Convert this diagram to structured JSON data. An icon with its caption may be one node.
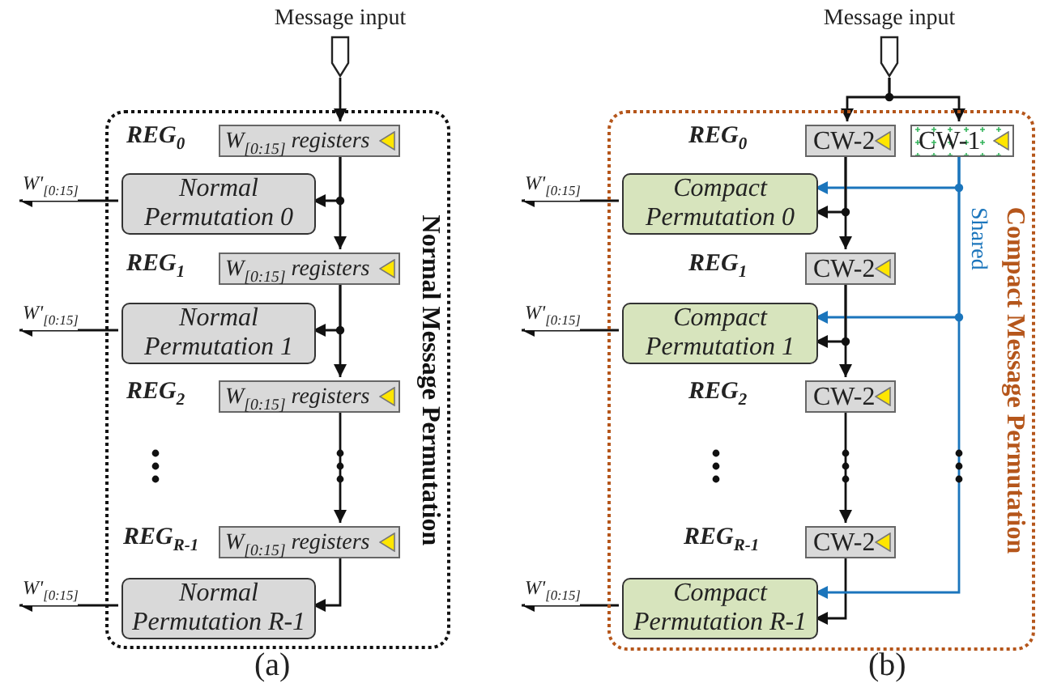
{
  "diagram": {
    "nodes": [
      {
        "text": [
          "Message input"
        ]
      },
      {
        "text": [
          "Normal Message Permutation"
        ]
      },
      {
        "text": [
          "W$_{[0:15]}$ registers"
        ],
        "in": 1
      },
      {
        "text": [
          "Normal Permutation 0"
        ],
        "in": 1
      },
      {
        "text": [
          "W$_{[0:15]}$ registers"
        ],
        "in": 1
      },
      {
        "text": [
          "Normal Permutation 1"
        ],
        "in": 1
      },
      {
        "text": [
          "W$_{[0:15]}$ registers"
        ],
        "in": 1
      },
      {
        "text": [
          "W$_{[0:15]}$ registers"
        ],
        "in": 1
      },
      {
        "text": [
          "Normal Permutation R-1"
        ],
        "in": 1
      },
      {
        "text": [
          "Message input"
        ]
      },
      {
        "text": [
          "Compact Message Permutation"
        ]
      },
      {
        "text": [
          "CW-2"
        ],
        "in": 10
      },
      {
        "text": [
          "CW-1"
        ],
        "in": 10
      },
      {
        "text": [
          "Compact Permutation 0"
        ],
        "in": 10
      },
      {
        "text": [
          "CW-2"
        ],
        "in": 10
      },
      {
        "text": [
          "Compact Permutation 1"
        ],
        "in": 10
      },
      {
        "text": [
          "CW-2"
        ],
        "in": 10
      },
      {
        "text": [
          "CW-2"
        ],
        "in": 10
      },
      {
        "text": [
          "Compact Permutation R-1"
        ],
        "in": 10
      }
    ],
    "edges": [
      {
        "from": 0,
        "to": 2,
        "arrow": "to"
      },
      {
        "from": 2,
        "to": 3,
        "arrow": "to"
      },
      {
        "from": 2,
        "to": 4,
        "arrow": "to"
      },
      {
        "from": 3,
        "to": null,
        "arrow": "to",
        "label": "W'$_{[0:15]}$"
      },
      {
        "from": 4,
        "to": 5,
        "arrow": "to"
      },
      {
        "from": 4,
        "to": 6,
        "arrow": "to"
      },
      {
        "from": 5,
        "to": null,
        "arrow": "to",
        "label": "W'$_{[0:15]}$"
      },
      {
        "from": 6,
        "to": 7,
        "arrow": "to"
      },
      {
        "from": 7,
        "to": 8,
        "arrow": "to"
      },
      {
        "from": 8,
        "to": null,
        "arrow": "to",
        "label": "W'$_{[0:15]}$"
      },
      {
        "from": 9,
        "to": 11,
        "arrow": "to"
      },
      {
        "from": 9,
        "to": 12,
        "arrow": "to"
      },
      {
        "from": 11,
        "to": 13,
        "arrow": "to"
      },
      {
        "from": 12,
        "to": 13,
        "arrow": "to",
        "color": "#1b75bc"
      },
      {
        "from": 11,
        "to": 14,
        "arrow": "to"
      },
      {
        "from": 13,
        "to": null,
        "arrow": "to",
        "label": "W'$_{[0:15]}$"
      },
      {
        "from": 14,
        "to": 15,
        "arrow": "to"
      },
      {
        "from": 12,
        "to": 15,
        "arrow": "to",
        "color": "#1b75bc",
        "label": "Shared"
      },
      {
        "from": 14,
        "to": 16,
        "arrow": "to"
      },
      {
        "from": 15,
        "to": null,
        "arrow": "to",
        "label": "W'$_{[0:15]}$"
      },
      {
        "from": 16,
        "to": 17,
        "arrow": "to"
      },
      {
        "from": 17,
        "to": 18,
        "arrow": "to"
      },
      {
        "from": 12,
        "to": 18,
        "arrow": "to",
        "color": "#1b75bc"
      },
      {
        "from": 18,
        "to": null,
        "arrow": "to",
        "label": "W'$_{[0:15]}$"
      }
    ],
    "labels": [
      "REG$_{0}$",
      "REG$_{1}$",
      "REG$_{2}$",
      "REG$_{R-1}$",
      "REG$_{0}$",
      "REG$_{1}$",
      "REG$_{2}$",
      "REG$_{R-1}$",
      "(a)",
      "(b)"
    ]
  }
}
